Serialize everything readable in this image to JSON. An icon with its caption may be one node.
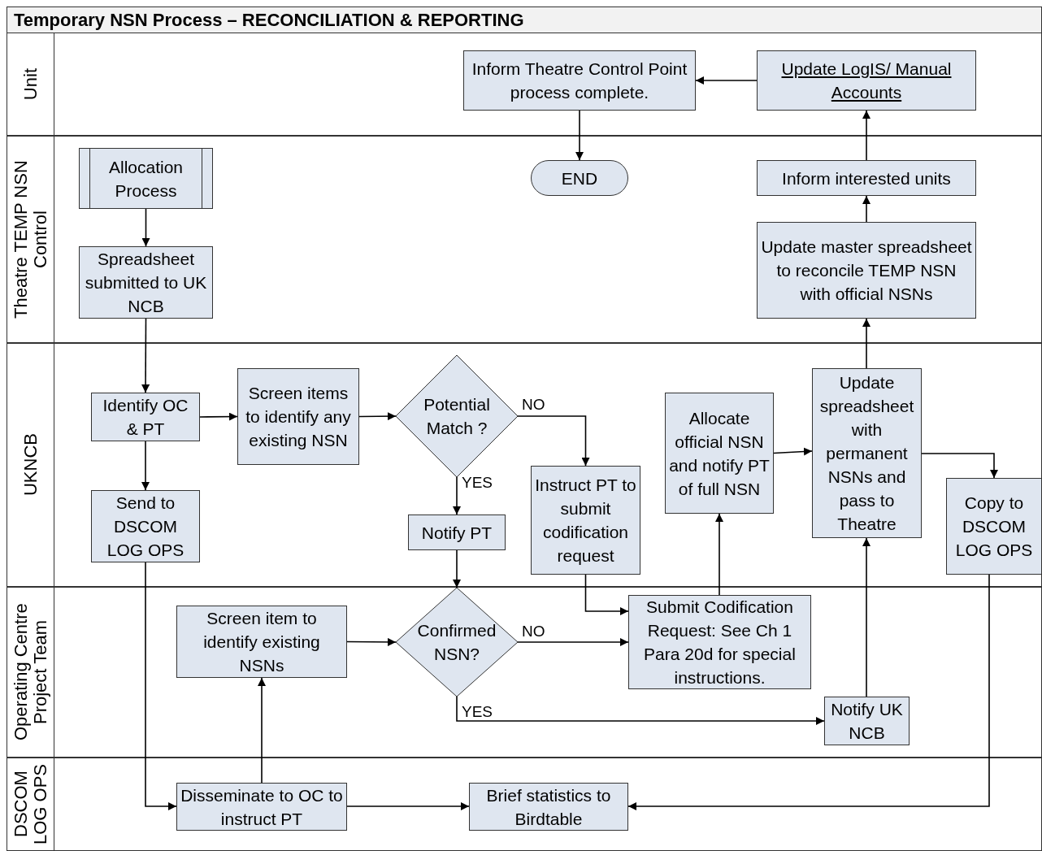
{
  "diagram": {
    "title": "Temporary NSN Process – RECONCILIATION & REPORTING",
    "nodes": [
      {
        "text": [
          "Unit"
        ]
      },
      {
        "text": [
          "Theatre TEMP NSN Control"
        ]
      },
      {
        "text": [
          "UKNCB"
        ]
      },
      {
        "text": [
          "Operating Centre Project Team"
        ]
      },
      {
        "text": [
          "DSCOM LOG OPS"
        ]
      },
      {
        "text": [
          "Inform Theatre Control Point process complete."
        ],
        "in": 0
      },
      {
        "text": [
          "Update LogIS/ Manual Accounts"
        ],
        "in": 0
      },
      {
        "text": [
          "Allocation Process"
        ],
        "in": 1
      },
      {
        "text": [
          "END"
        ],
        "in": 1
      },
      {
        "text": [
          "Inform interested units"
        ],
        "in": 1
      },
      {
        "text": [
          "Spreadsheet submitted to UK NCB"
        ],
        "in": 1
      },
      {
        "text": [
          "Update master spreadsheet to reconcile TEMP NSN with official NSNs"
        ],
        "in": 1
      },
      {
        "text": [
          "Identify OC & PT"
        ],
        "in": 2
      },
      {
        "text": [
          "Screen items to identify any existing NSN"
        ],
        "in": 2
      },
      {
        "text": [
          "Potential Match ?"
        ],
        "in": 2
      },
      {
        "text": [
          "Allocate official NSN and notify PT of full NSN"
        ],
        "in": 2
      },
      {
        "text": [
          "Update spreadsheet with permanent NSNs and pass to Theatre"
        ],
        "in": 2
      },
      {
        "text": [
          "Send to DSCOM LOG OPS"
        ],
        "in": 2
      },
      {
        "text": [
          "Notify PT"
        ],
        "in": 2
      },
      {
        "text": [
          "Instruct PT to submit codification request"
        ],
        "in": 2
      },
      {
        "text": [
          "Copy to DSCOM LOG OPS"
        ],
        "in": 2
      },
      {
        "text": [
          "Screen item to identify existing NSNs"
        ],
        "in": 3
      },
      {
        "text": [
          "Confirmed NSN?"
        ],
        "in": 3
      },
      {
        "text": [
          "Submit Codification Request: See Ch 1 Para 20d for special instructions."
        ],
        "in": 3
      },
      {
        "text": [
          "Notify UK NCB"
        ],
        "in": 3
      },
      {
        "text": [
          "Disseminate to OC to instruct PT"
        ],
        "in": 4
      },
      {
        "text": [
          "Brief statistics to Birdtable"
        ],
        "in": 4
      }
    ],
    "edges": [
      {
        "from": 6,
        "to": 5,
        "arrow": "to"
      },
      {
        "from": 5,
        "to": 8,
        "arrow": "to"
      },
      {
        "from": 7,
        "to": 10,
        "arrow": "to"
      },
      {
        "from": 10,
        "to": 12,
        "arrow": "to"
      },
      {
        "from": 12,
        "to": 13,
        "arrow": "to"
      },
      {
        "from": 13,
        "to": 14,
        "arrow": "to"
      },
      {
        "from": 14,
        "to": 19,
        "arrow": "to",
        "label": "NO"
      },
      {
        "from": 14,
        "to": 18,
        "arrow": "to",
        "label": "YES"
      },
      {
        "from": 18,
        "to": 22,
        "arrow": "to"
      },
      {
        "from": 19,
        "to": 23,
        "arrow": "to"
      },
      {
        "from": 21,
        "to": 22,
        "arrow": "to"
      },
      {
        "from": 22,
        "to": 23,
        "arrow": "to",
        "label": "NO"
      },
      {
        "from": 22,
        "to": 24,
        "arrow": "to",
        "label": "YES"
      },
      {
        "from": 23,
        "to": 15,
        "arrow": "to"
      },
      {
        "from": 15,
        "to": 16,
        "arrow": "to"
      },
      {
        "from": 24,
        "to": 16,
        "arrow": "to"
      },
      {
        "from": 16,
        "to": 11,
        "arrow": "to"
      },
      {
        "from": 11,
        "to": 9,
        "arrow": "to"
      },
      {
        "from": 9,
        "to": 6,
        "arrow": "to"
      },
      {
        "from": 16,
        "to": 20,
        "arrow": "to"
      },
      {
        "from": 12,
        "to": 17,
        "arrow": "to"
      },
      {
        "from": 17,
        "to": 25,
        "arrow": "to"
      },
      {
        "from": 25,
        "to": 21,
        "arrow": "to"
      },
      {
        "from": 25,
        "to": 26,
        "arrow": "to"
      },
      {
        "from": 20,
        "to": 26,
        "arrow": "to"
      }
    ]
  }
}
